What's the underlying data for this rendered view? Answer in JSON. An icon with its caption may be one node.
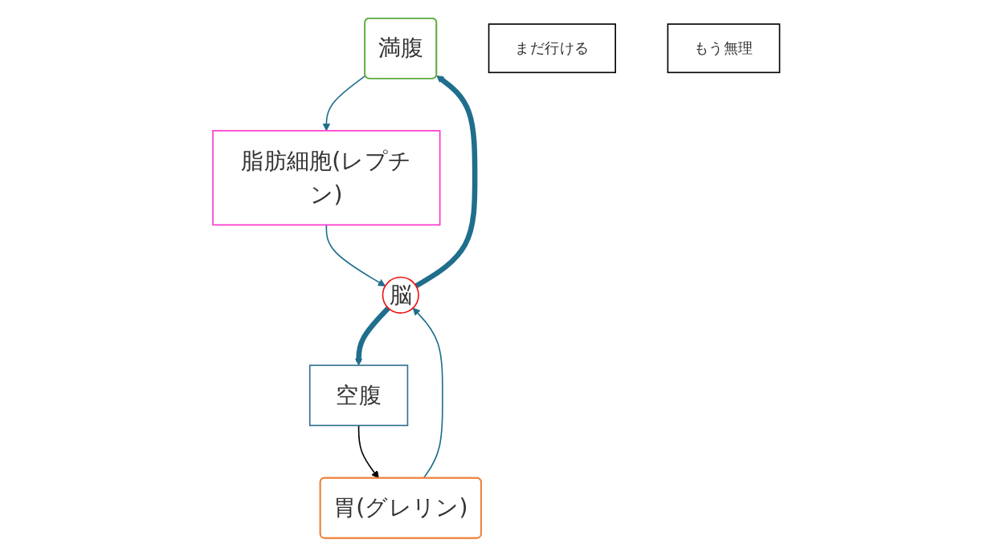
{
  "diagram": {
    "nodes": [
      {
        "text": [
          "満腹"
        ]
      },
      {
        "text": [
          "脳"
        ]
      },
      {
        "text": [
          "まだ行ける"
        ]
      },
      {
        "text": [
          "もう無理"
        ]
      },
      {
        "text": [
          "胃(グレリン)"
        ]
      },
      {
        "text": [
          "脂肪細胞(レプチン)"
        ]
      },
      {
        "text": [
          "空腹"
        ]
      }
    ],
    "edges": [
      {
        "from": 1,
        "to": 0,
        "arrow": "to",
        "style": "thick"
      },
      {
        "from": 1,
        "to": 6,
        "arrow": "to",
        "style": "thick"
      },
      {
        "from": 0,
        "to": 5,
        "arrow": "to"
      },
      {
        "from": 5,
        "to": 1,
        "arrow": "to"
      },
      {
        "from": 4,
        "to": 1,
        "arrow": "to"
      },
      {
        "from": 6,
        "to": 4,
        "arrow": "to",
        "color": "#000000"
      }
    ]
  }
}
